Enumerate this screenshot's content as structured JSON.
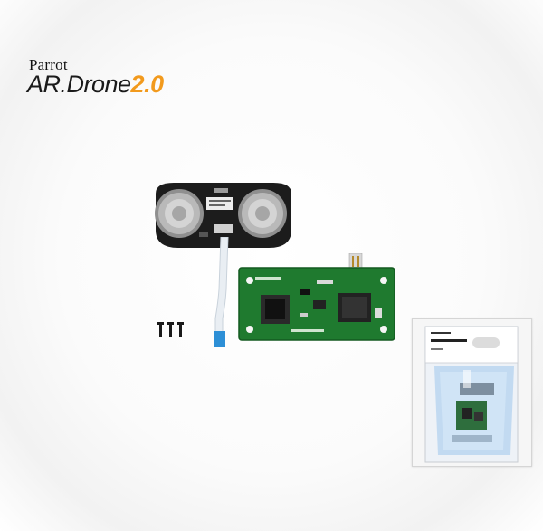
{
  "brand": {
    "top_label": "Parrot",
    "product_main": "AR.Drone",
    "product_version": "2.0"
  },
  "colors": {
    "accent": "#f29a1d",
    "pcb_green": "#1f7a2f",
    "sensor_board": "#1c1c1c",
    "ribbon_cable": "#e9eef3",
    "ribbon_tip": "#2d8fd6"
  },
  "items": [
    "ultrasound-sensor-board",
    "ribbon-cable",
    "navigation-pcb",
    "screws",
    "packaged-product-inset"
  ]
}
